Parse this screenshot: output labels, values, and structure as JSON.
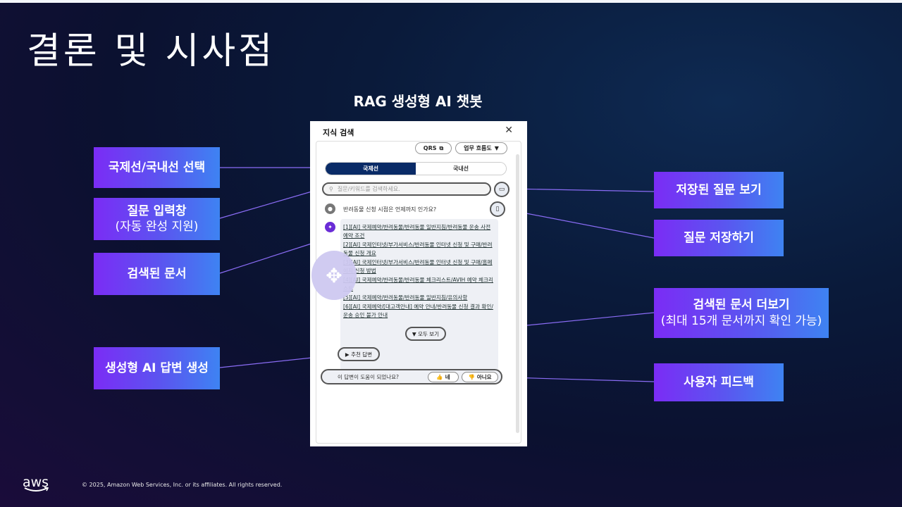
{
  "slide": {
    "title": "결론 및 시사점",
    "section_title": "RAG 생성형 AI 챗봇",
    "copyright": "© 2025, Amazon Web Services, Inc. or its affiliates. All rights reserved.",
    "logo_text": "aws"
  },
  "callouts": {
    "intl_domestic": "국제선/국내선 선택",
    "question_input": "질문 입력창",
    "question_input_sub": "(자동 완성 지원)",
    "searched_docs": "검색된 문서",
    "gen_answer": "생성형 AI 답변 생성",
    "saved_questions": "저장된 질문 보기",
    "save_question": "질문 저장하기",
    "more_docs": "검색된 문서 더보기",
    "more_docs_sub": "(최대 15개 문서까지 확인 가능)",
    "user_feedback": "사용자 피드백"
  },
  "panel": {
    "title": "지식 검색",
    "close": "✕",
    "qrs_label": "QRS",
    "flow_label": "업무 흐름도",
    "tab_intl": "국제선",
    "tab_domestic": "국내선",
    "search_placeholder": "질문/키워드를 검색하세요.",
    "user_question": "반려동물 신청 시점은 언제까지 인가요?",
    "docs": [
      "[1][AI] 국제예약/반려동물/반려동물 일반지침/반려동물 운송 사전 예약 조건",
      "[2][AI] 국제인터넷/부가서비스/반려동물 인터넷 신청 및 구매/반려동물 신청 개요",
      "[3][AI] 국제인터넷/부가서비스/반려동물 인터넷 신청 및 구매/홈페이지 신청 방법",
      "[4][AI] 국제예약/반려동물/반려동물 체크리스트/AVIH 예약 체크리스트",
      "[5][AI] 국제예약/반려동물/반려동물 일반지침/유의사항",
      "[6][AI] 국제예약/[대고객안내] 예약 안내/반려동물 신청 결과 확인/운송 승인 불가 안내"
    ],
    "view_all": "모두 보기",
    "recommended_answer": "추천 답변",
    "feedback_question": "이 답변이 도움이 되었나요?",
    "yes": "네",
    "no": "아니요"
  },
  "colors": {
    "callout_gradient_start": "#7b2cf5",
    "callout_gradient_end": "#3e83f2",
    "active_tab": "#0a2b67",
    "ai_avatar": "#6a2cd6"
  }
}
